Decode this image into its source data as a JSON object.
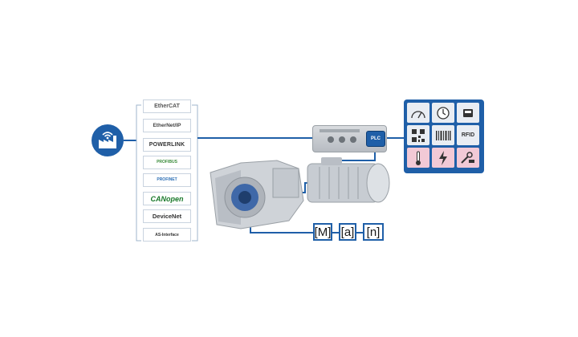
{
  "colors": {
    "accent": "#1f5fa8",
    "line": "#1f5fa8"
  },
  "factory": {
    "icon": "factory-wifi-icon"
  },
  "protocols": [
    "EtherCAT",
    "EtherNet/IP",
    "POWERLINK",
    "PROFIBUS",
    "PROFINET",
    "CANopen",
    "DeviceNet",
    "AS-Interface"
  ],
  "plc": {
    "badge": "PLC"
  },
  "sensor_tiles": [
    {
      "icon": "gauge-icon",
      "label": ""
    },
    {
      "icon": "clock-icon",
      "label": ""
    },
    {
      "icon": "memory-card-icon",
      "label": ""
    },
    {
      "icon": "qr-code-icon",
      "label": ""
    },
    {
      "icon": "barcode-icon",
      "label": ""
    },
    {
      "icon": "rfid-icon",
      "label": "RFID"
    },
    {
      "icon": "thermometer-icon",
      "label": ""
    },
    {
      "icon": "lightning-icon",
      "label": ""
    },
    {
      "icon": "tools-icon",
      "label": ""
    }
  ],
  "brackets": [
    "[M]",
    "[a]",
    "[n]"
  ]
}
